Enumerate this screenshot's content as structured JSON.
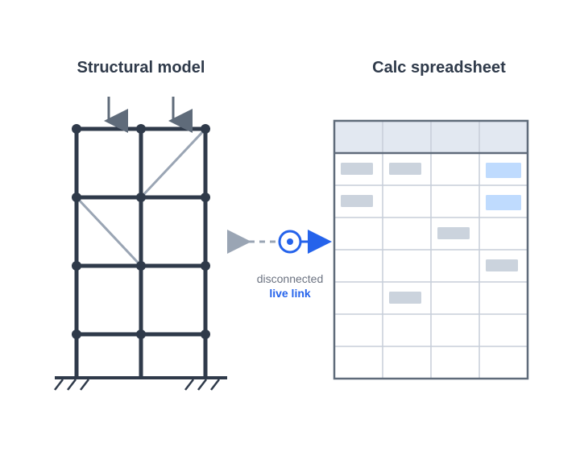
{
  "left_panel": {
    "title": "Structural model"
  },
  "right_panel": {
    "title": "Calc spreadsheet"
  },
  "link": {
    "line1": "disconnected",
    "line2": "live link"
  },
  "colors": {
    "frame": "#2f3a4a",
    "brace": "#9aa5b4",
    "load": "#5f6b7a",
    "header_fill": "#e2e8f1",
    "grid_line": "#c7ced9",
    "cell_gray": "#cbd3dd",
    "cell_blue": "#bfdbfe",
    "accent": "#2563eb",
    "dashed": "#9aa5b4"
  },
  "spreadsheet": {
    "rows": 7,
    "cols": 4,
    "filled_cells": [
      {
        "row": 0,
        "col": 0,
        "kind": "gray"
      },
      {
        "row": 0,
        "col": 1,
        "kind": "gray"
      },
      {
        "row": 0,
        "col": 3,
        "kind": "blue"
      },
      {
        "row": 1,
        "col": 0,
        "kind": "gray"
      },
      {
        "row": 1,
        "col": 3,
        "kind": "blue"
      },
      {
        "row": 2,
        "col": 2,
        "kind": "gray"
      },
      {
        "row": 3,
        "col": 3,
        "kind": "gray"
      },
      {
        "row": 4,
        "col": 1,
        "kind": "gray"
      }
    ]
  }
}
